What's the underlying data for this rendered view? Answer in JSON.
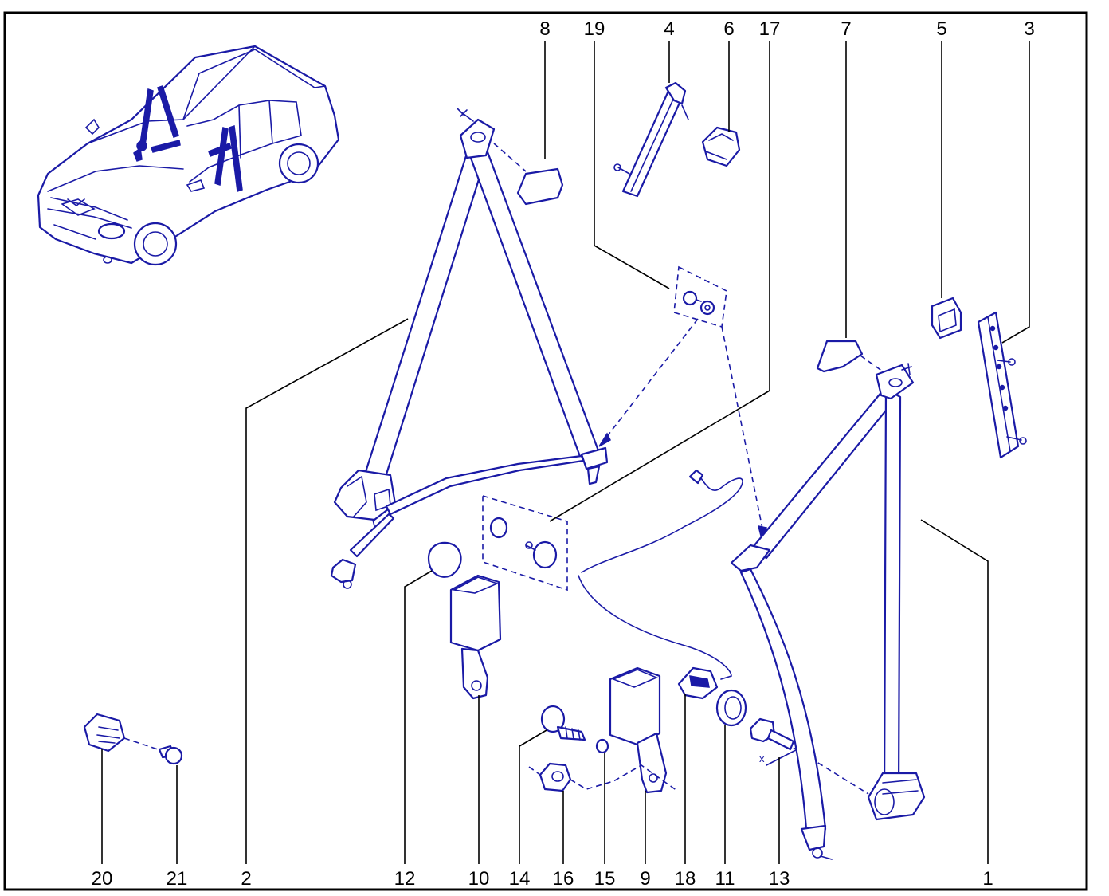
{
  "colors": {
    "ink": "#1a1aa6",
    "frame": "#000000"
  },
  "labels": {
    "top": [
      "8",
      "19",
      "4",
      "6",
      "17",
      "7",
      "5",
      "3"
    ],
    "bottom": [
      "20",
      "21",
      "2",
      "12",
      "10",
      "14",
      "16",
      "15",
      "9",
      "18",
      "11",
      "13",
      "1"
    ]
  },
  "marks": {
    "x": "x"
  }
}
